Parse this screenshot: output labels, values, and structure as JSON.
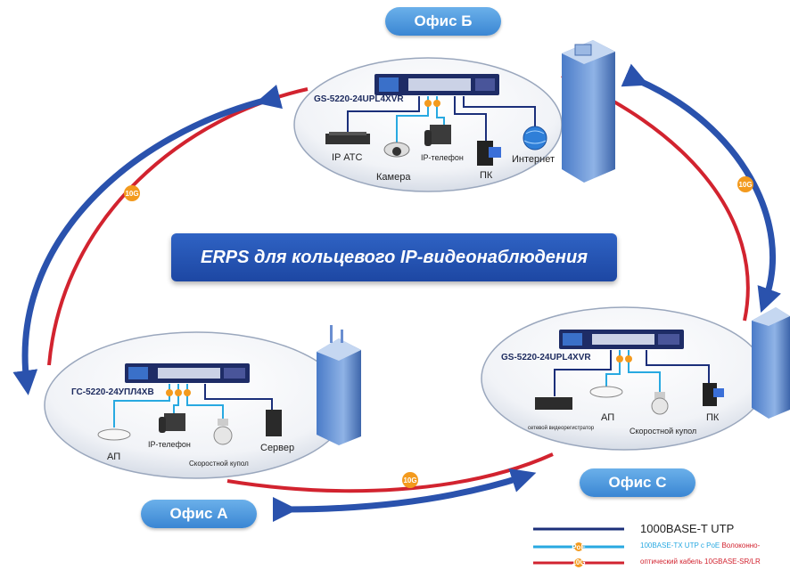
{
  "title": "ERPS для кольцевого IP-видеонаблюдения",
  "link_speed": "10G",
  "offices": {
    "b": {
      "name": "Офис Б",
      "switch": "GS-5220-24UPL4XVR",
      "devices": [
        "IP АТС",
        "Камера",
        "IP-телефон",
        "ПК",
        "Интернет"
      ]
    },
    "c": {
      "name": "Офис С",
      "switch": "GS-5220-24UPL4XVR",
      "devices": [
        "сетевой видеорегистратор",
        "АП",
        "Скоростной купол",
        "ПК"
      ]
    },
    "a": {
      "name": "Офис А",
      "switch": "ГС-5220-24УПЛ4ХВ",
      "devices": [
        "АП",
        "IP-телефон",
        "Скоростной купол",
        "Сервер"
      ]
    }
  },
  "legend": {
    "utp": "1000BASE-T UTP",
    "poe": "100BASE-TX UTP с PoE",
    "fiber_1": "Волоконно-",
    "fiber_2": "оптический кабель 10GBASE-SR/LR",
    "badge_poe": "PoE",
    "badge_10g": "10G"
  },
  "colors": {
    "ring_red": "#d2232f",
    "arrow_blue": "#2a52ad",
    "poe_cyan": "#28a9e1",
    "utp_navy": "#1b2f7a",
    "badge_orange": "#f39a1e"
  }
}
